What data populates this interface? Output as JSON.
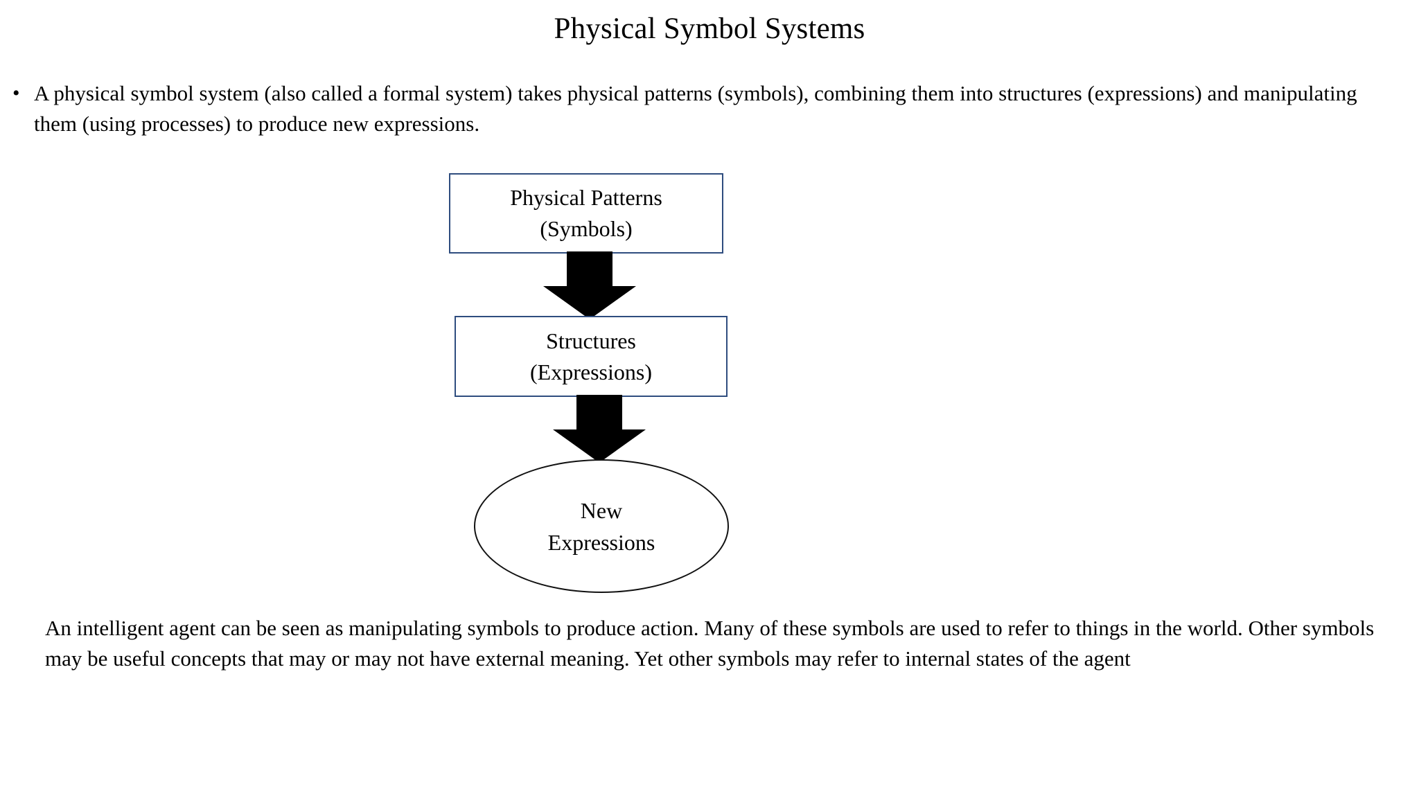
{
  "slide": {
    "title": "Physical Symbol Systems",
    "background_color": "#FFFFFF",
    "text_color": "#000000"
  },
  "bullet": {
    "marker": "•",
    "text": "A physical symbol system (also called a formal system) takes physical patterns (symbols), combining them into structures (expressions) and manipulating them (using processes) to produce new expressions."
  },
  "diagram": {
    "box_border_color": "#2E4C7E",
    "ellipse_border_color": "#111111",
    "arrow_color": "#000000",
    "nodes": [
      {
        "id": "symbols",
        "shape": "rectangle",
        "line1": "Physical Patterns",
        "line2": "(Symbols)"
      },
      {
        "id": "structures",
        "shape": "rectangle",
        "line1": "Structures",
        "line2": "(Expressions)"
      },
      {
        "id": "new-expressions",
        "shape": "ellipse",
        "line1": "New",
        "line2": "Expressions"
      }
    ],
    "connectors": [
      {
        "id": "arrow-1",
        "from": "symbols",
        "to": "structures",
        "direction": "down",
        "style": "block-arrow"
      },
      {
        "id": "arrow-2",
        "from": "structures",
        "to": "new-expressions",
        "direction": "down",
        "style": "block-arrow"
      }
    ]
  },
  "paragraph": {
    "text": "An intelligent agent can be seen as manipulating symbols to produce action. Many of these symbols are used to refer to things in the world. Other symbols may be useful concepts that may or may not have external meaning. Yet other symbols may refer to internal states of the agent"
  }
}
